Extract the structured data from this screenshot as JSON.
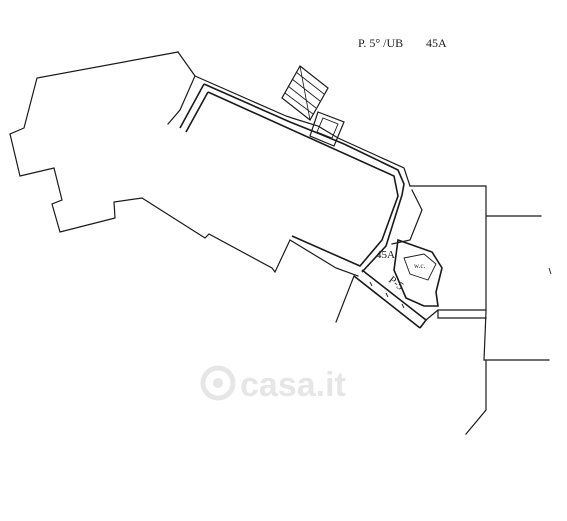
{
  "plan": {
    "title_text": "P. 5° /UB",
    "title_unit": "45A",
    "unit_label": "45A",
    "room_label": "P-5",
    "wc_label": "w.c.",
    "watermark": "casa.it"
  }
}
